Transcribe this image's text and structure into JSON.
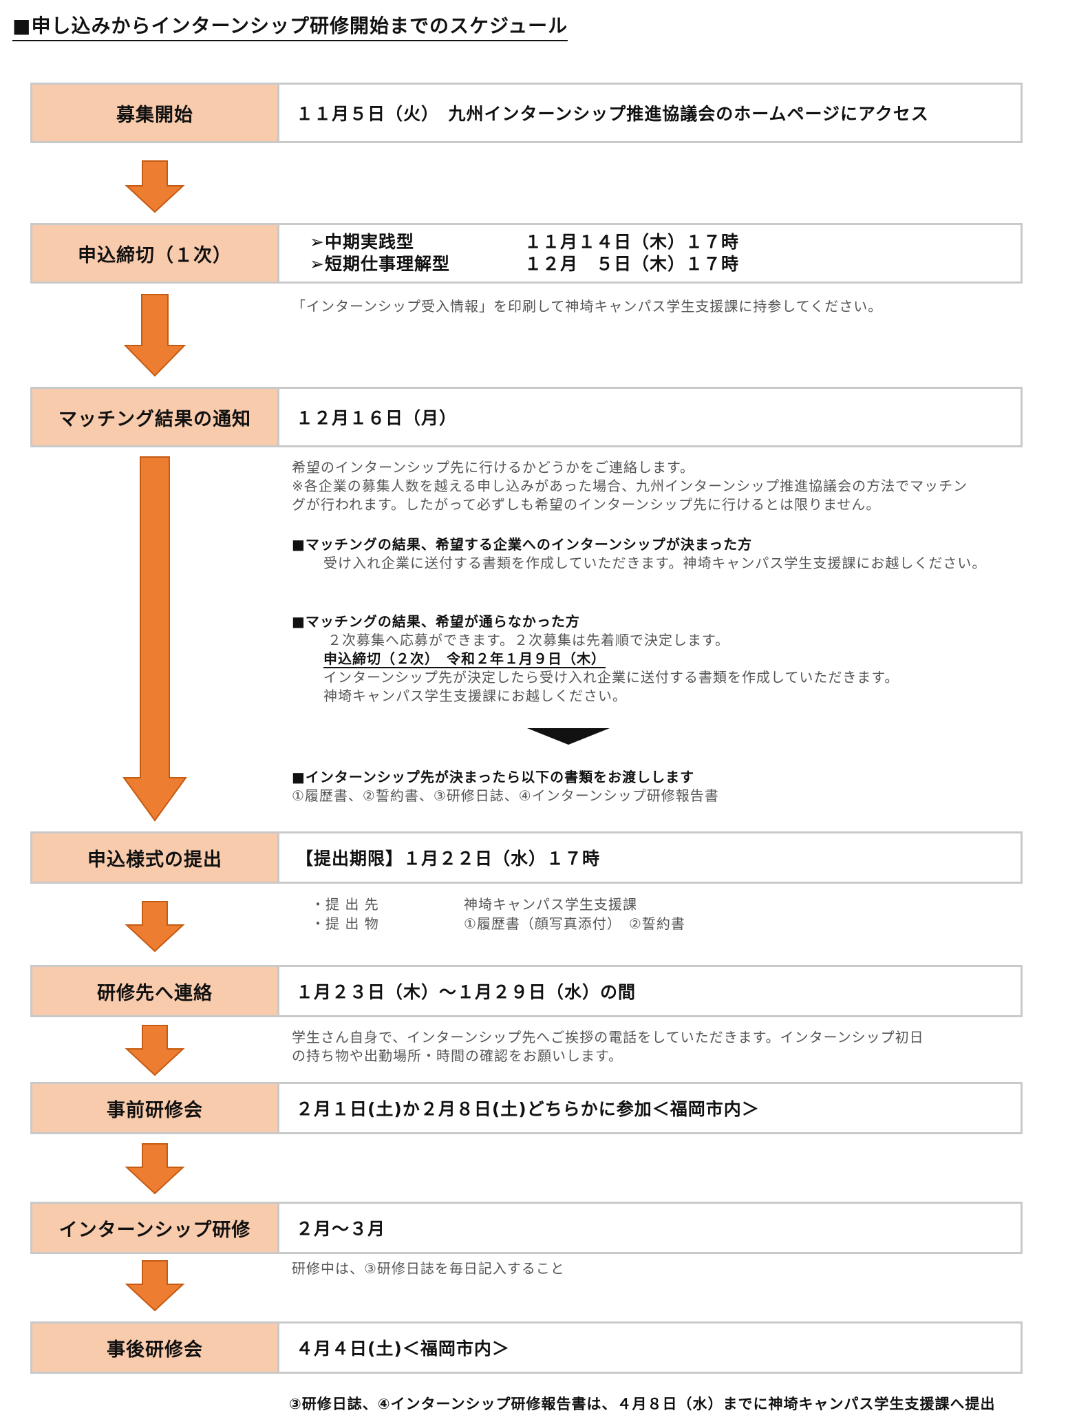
{
  "title": "■申し込みからインターンシップ研修開始までのスケジュール",
  "steps": [
    {
      "label": "募集開始",
      "content": "１１月５日（火）　九州インターンシップ推進協議会のホームページにアクセス"
    },
    {
      "label": "申込締切（１次）",
      "rows": [
        {
          "type": "➢中期実践型",
          "date": "１１月１４日（木）１７時"
        },
        {
          "type": "➢短期仕事理解型",
          "date": "１２月　５日（木）１７時"
        }
      ]
    },
    {
      "label": "マッチング結果の通知",
      "content": "１２月１６日（月）"
    },
    {
      "label": "申込様式の提出",
      "content": "【提出期限】１月２２日（水）１７時"
    },
    {
      "label": "研修先へ連絡",
      "content": "１月２３日（木）～１月２９日（水）の間"
    },
    {
      "label": "事前研修会",
      "content": "２月１日(土)か２月８日(土)どちらかに参加＜福岡市内＞"
    },
    {
      "label": "インターンシップ研修",
      "content": "２月～３月"
    },
    {
      "label": "事後研修会",
      "content": "４月４日(土)＜福岡市内＞"
    }
  ],
  "notes": {
    "n1": "「インターンシップ受入情報」を印刷して神埼キャンパス学生支援課に持参してください。",
    "matching": {
      "l1": "希望のインターンシップ先に行けるかどうかをご連絡します。",
      "l2": "※各企業の募集人数を越える申し込みがあった場合、九州インターンシップ推進協議会の方法でマッチン",
      "l3": "グが行われます。したがって必ずしも希望のインターンシップ先に行けるとは限りません。",
      "h1": "■マッチングの結果、希望する企業へのインターンシップが決まった方",
      "h1_body": "受け入れ企業に送付する書類を作成していただきます。神埼キャンパス学生支援課にお越しください。",
      "h2": "■マッチングの結果、希望が通らなかった方",
      "h2_l1": "２次募集へ応募ができます。２次募集は先着順で決定します。",
      "h2_deadline": "申込締切（２次）　令和２年１月９日（木）",
      "h2_l2": "インターンシップ先が決定したら受け入れ企業に送付する書類を作成していただきます。",
      "h2_l3": "神埼キャンパス学生支援課にお越しください。",
      "h3": "■インターンシップ先が決まったら以下の書類をお渡しします",
      "h3_body": "①履歴書、②誓約書、③研修日誌、④インターンシップ研修報告書"
    },
    "submission": [
      {
        "k": "・提 出 先",
        "v": "神埼キャンパス学生支援課"
      },
      {
        "k": "・提 出 物",
        "v": "①履歴書（顔写真添付）　②誓約書"
      }
    ],
    "contact_l1": "学生さん自身で、インターンシップ先へご挨拶の電話をしていただきます。インターンシップ初日",
    "contact_l2": "の持ち物や出勤場所・時間の確認をお願いします。",
    "during": "研修中は、③研修日誌を毎日記入すること"
  },
  "footer": "③研修日誌、④インターンシップ研修報告書は、４月８日（水）までに神埼キャンパス学生支援課へ提出",
  "colors": {
    "label_bg": "#f8cbad",
    "arrow": "#ed7d31",
    "border": "#c9c9c9"
  }
}
